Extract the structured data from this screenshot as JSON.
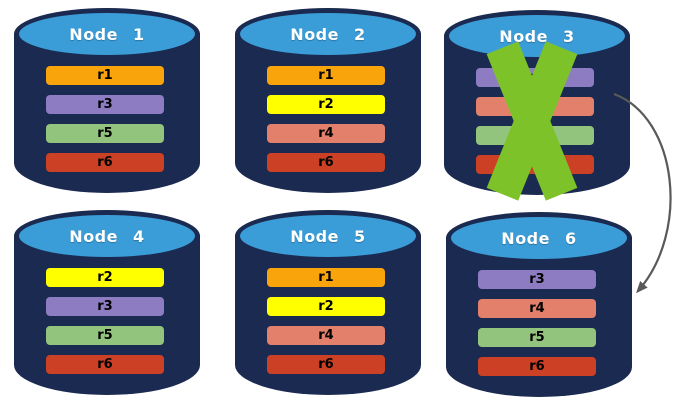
{
  "diagram": {
    "description": "Six database nodes with replica shards; Node 3 has failed (green X) and its replicas fail over to Node 6",
    "colors": {
      "cylinder_body": "#1b2a50",
      "cylinder_top": "#3b9dd8",
      "title_text": "#ffffff",
      "bar_text": "#000000",
      "failed_x": "#7dc229",
      "arrow": "#595959",
      "background": "#ffffff"
    },
    "replica_colors": {
      "r1": "#f9a40b",
      "r2": "#ffff00",
      "r3": "#8e7cc3",
      "r4": "#e2806c",
      "r5": "#93c47d",
      "r6": "#cc4125"
    },
    "nodes": [
      {
        "id": "node-1",
        "title": "Node 1",
        "replicas": [
          "r1",
          "r3",
          "r5",
          "r6"
        ],
        "failed": false
      },
      {
        "id": "node-2",
        "title": "Node 2",
        "replicas": [
          "r1",
          "r2",
          "r4",
          "r6"
        ],
        "failed": false
      },
      {
        "id": "node-3",
        "title": "Node 3",
        "replicas": [
          "r3",
          "r4",
          "r5",
          "r6"
        ],
        "failed": true
      },
      {
        "id": "node-4",
        "title": "Node 4",
        "replicas": [
          "r2",
          "r3",
          "r5",
          "r6"
        ],
        "failed": false
      },
      {
        "id": "node-5",
        "title": "Node 5",
        "replicas": [
          "r1",
          "r2",
          "r4",
          "r6"
        ],
        "failed": false
      },
      {
        "id": "node-6",
        "title": "Node 6",
        "replicas": [
          "r3",
          "r4",
          "r5",
          "r6"
        ],
        "failed": false
      }
    ],
    "arrow": {
      "from": "node-3",
      "to": "node-6"
    }
  }
}
